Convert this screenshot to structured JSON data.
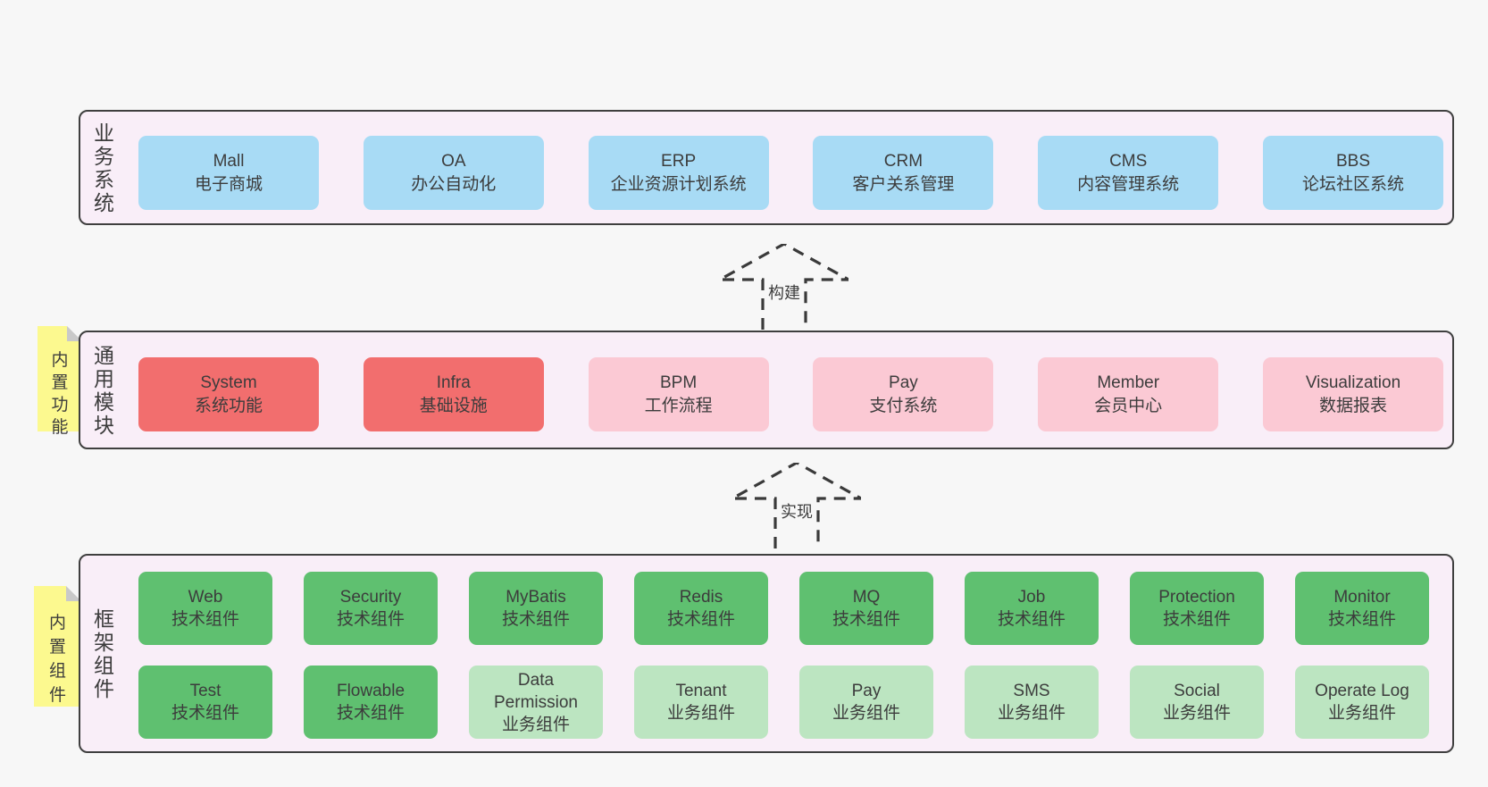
{
  "colors": {
    "bg": "#f7f7f7",
    "panel": "#f9eef8",
    "panel-border": "#3f3f3f",
    "text": "#3c3c3c",
    "sticky": "#fcf98f",
    "sticky-fold": "#c9c9c9",
    "arrow": "#3a3a3a",
    "blue": "#a8dbf5",
    "red": "#f26e6e",
    "pink": "#fbc9d4",
    "green": "#5fc070",
    "lightgreen": "#bce5c1"
  },
  "layers": [
    {
      "label": "业务系统",
      "rows": [
        [
          {
            "name": "Mall",
            "desc": "电子商城",
            "variant": "blue"
          },
          {
            "name": "OA",
            "desc": "办公自动化",
            "variant": "blue"
          },
          {
            "name": "ERP",
            "desc": "企业资源计划系统",
            "variant": "blue"
          },
          {
            "name": "CRM",
            "desc": "客户关系管理",
            "variant": "blue"
          },
          {
            "name": "CMS",
            "desc": "内容管理系统",
            "variant": "blue"
          },
          {
            "name": "BBS",
            "desc": "论坛社区系统",
            "variant": "blue"
          }
        ]
      ]
    },
    {
      "label": "通用模块",
      "sticky": "内置功能",
      "rows": [
        [
          {
            "name": "System",
            "desc": "系统功能",
            "variant": "red"
          },
          {
            "name": "Infra",
            "desc": "基础设施",
            "variant": "red"
          },
          {
            "name": "BPM",
            "desc": "工作流程",
            "variant": "pink"
          },
          {
            "name": "Pay",
            "desc": "支付系统",
            "variant": "pink"
          },
          {
            "name": "Member",
            "desc": "会员中心",
            "variant": "pink"
          },
          {
            "name": "Visualization",
            "desc": "数据报表",
            "variant": "pink"
          }
        ]
      ]
    },
    {
      "label": "框架组件",
      "sticky": "内置组件",
      "rows": [
        [
          {
            "name": "Web",
            "desc": "技术组件",
            "variant": "green"
          },
          {
            "name": "Security",
            "desc": "技术组件",
            "variant": "green"
          },
          {
            "name": "MyBatis",
            "desc": "技术组件",
            "variant": "green"
          },
          {
            "name": "Redis",
            "desc": "技术组件",
            "variant": "green"
          },
          {
            "name": "MQ",
            "desc": "技术组件",
            "variant": "green"
          },
          {
            "name": "Job",
            "desc": "技术组件",
            "variant": "green"
          },
          {
            "name": "Protection",
            "desc": "技术组件",
            "variant": "green"
          },
          {
            "name": "Monitor",
            "desc": "技术组件",
            "variant": "green"
          }
        ],
        [
          {
            "name": "Test",
            "desc": "技术组件",
            "variant": "green"
          },
          {
            "name": "Flowable",
            "desc": "技术组件",
            "variant": "green"
          },
          {
            "name": "Data Permission",
            "desc": "业务组件",
            "variant": "lightgreen"
          },
          {
            "name": "Tenant",
            "desc": "业务组件",
            "variant": "lightgreen"
          },
          {
            "name": "Pay",
            "desc": "业务组件",
            "variant": "lightgreen"
          },
          {
            "name": "SMS",
            "desc": "业务组件",
            "variant": "lightgreen"
          },
          {
            "name": "Social",
            "desc": "业务组件",
            "variant": "lightgreen"
          },
          {
            "name": "Operate Log",
            "desc": "业务组件",
            "variant": "lightgreen"
          }
        ]
      ]
    }
  ],
  "arrows": [
    {
      "label": "构建"
    },
    {
      "label": "实现"
    }
  ]
}
